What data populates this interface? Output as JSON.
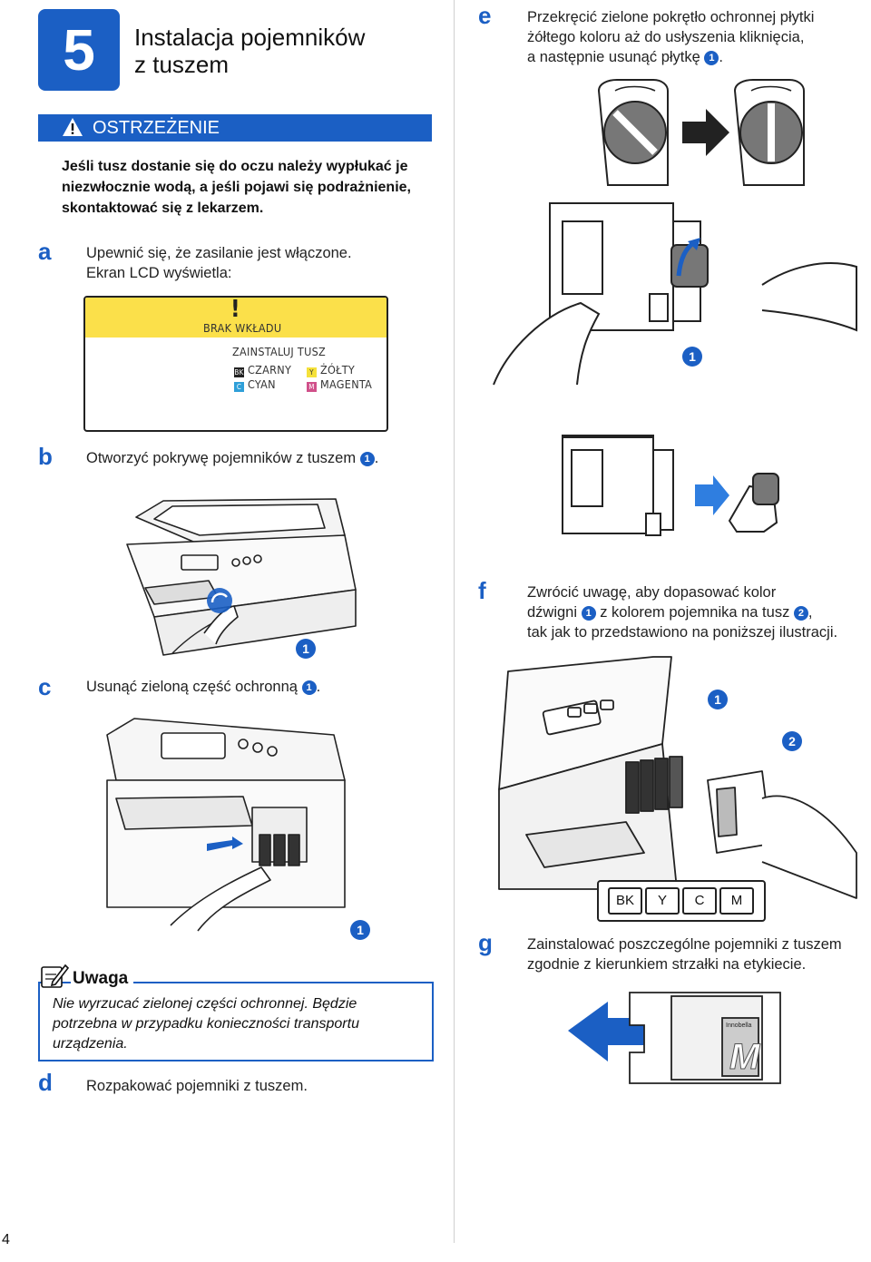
{
  "header": {
    "step_number": "5",
    "title_line1": "Instalacja pojemników",
    "title_line2": "z tuszem"
  },
  "warning": {
    "label": "OSTRZEŻENIE",
    "text": "Jeśli tusz dostanie się do oczu należy wypłukać je niezwłocznie wodą, a jeśli pojawi się podrażnienie, skontaktować się z lekarzem."
  },
  "steps": {
    "a": {
      "letter": "a",
      "line1": "Upewnić się, że zasilanie jest włączone.",
      "line2": "Ekran LCD wyświetla:"
    },
    "b": {
      "letter": "b",
      "text": "Otworzyć pokrywę pojemników z tuszem",
      "ref": "1",
      "end": "."
    },
    "c": {
      "letter": "c",
      "text": "Usunąć zieloną część ochronną",
      "ref": "1",
      "end": "."
    },
    "d": {
      "letter": "d",
      "text": "Rozpakować pojemniki z tuszem."
    },
    "e": {
      "letter": "e",
      "line1": "Przekręcić zielone pokrętło ochronnej płytki",
      "line2": "żółtego koloru aż do usłyszenia kliknięcia,",
      "line3": "a następnie usunąć płytkę",
      "ref": "1",
      "end": "."
    },
    "f": {
      "letter": "f",
      "line1": "Zwrócić uwagę, aby dopasować kolor",
      "line2a": "dźwigni",
      "ref1": "1",
      "line2b": "z kolorem pojemnika na tusz",
      "ref2": "2",
      "line2c": ",",
      "line3": "tak jak to przedstawiono na poniższej ilustracji."
    },
    "g": {
      "letter": "g",
      "line1": "Zainstalować poszczególne pojemniki z tuszem",
      "line2": "zgodnie z kierunkiem strzałki na etykiecie."
    }
  },
  "lcd": {
    "alert_mark": "!",
    "status": "BRAK WKŁADU",
    "heading": "ZAINSTALUJ TUSZ",
    "rows": [
      {
        "code": "BK",
        "label": "CZARNY",
        "color": "#222222"
      },
      {
        "code": "Y",
        "label": "ŻÓŁTY",
        "color": "#f5e13a"
      },
      {
        "code": "C",
        "label": "CYAN",
        "color": "#2f9fd8"
      },
      {
        "code": "M",
        "label": "MAGENTA",
        "color": "#d0508a"
      }
    ]
  },
  "figure_callouts": {
    "fig_e": "1",
    "fig_b": "1",
    "fig_c": "1",
    "fig_f_1": "1",
    "fig_f_2": "2"
  },
  "color_keys": [
    "BK",
    "Y",
    "C",
    "M"
  ],
  "note": {
    "title": "Uwaga",
    "text": "Nie wyrzucać zielonej części ochronnej. Będzie potrzebna w przypadku konieczności transportu urządzenia."
  },
  "cartridge_label": {
    "brand": "Innobella",
    "letter": "M"
  },
  "page_number": "4",
  "colors": {
    "accent": "#1b5fc4",
    "lcd_bar": "#fbe04a"
  }
}
